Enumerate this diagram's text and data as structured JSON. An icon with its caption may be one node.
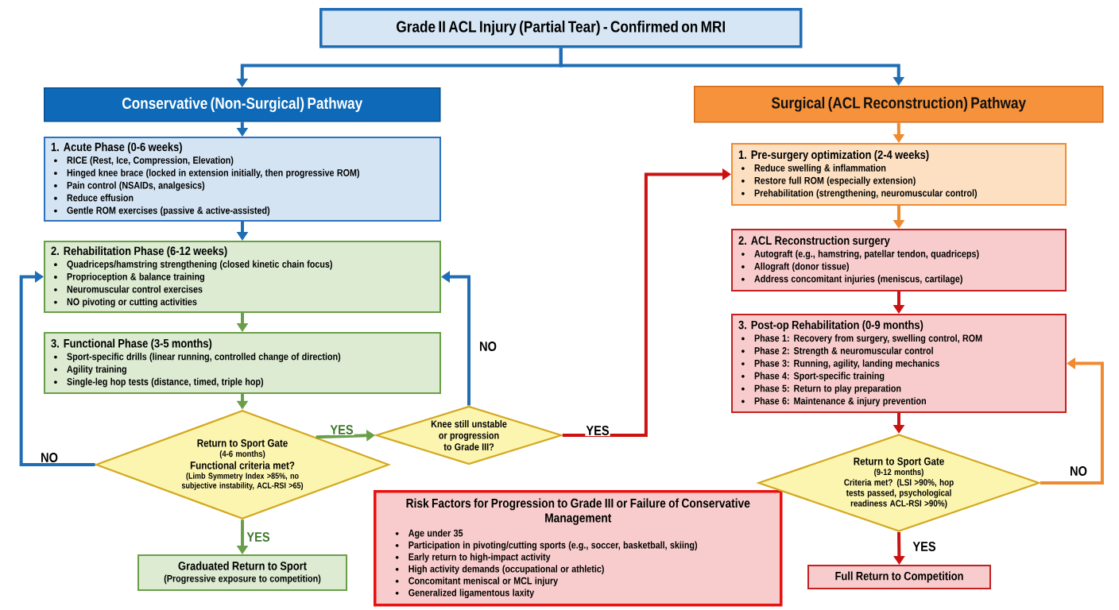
{
  "diagram": {
    "nodes": [
      {
        "text": [
          "Grade II ACL Injury (Partial Tear) - Confirmed on MRI"
        ]
      },
      {
        "text": [
          "Conservative (Non-Surgical) Pathway"
        ]
      },
      {
        "text": [
          "Surgical (ACL Reconstruction) Pathway"
        ]
      },
      {
        "text": [
          "1. Acute Phase (0-6 weeks)",
          "RICE (Rest, Ice, Compression, Elevation)",
          "Hinged knee brace (locked in extension initially, then progressive ROM)",
          "Pain control (NSAIDs, analgesics)",
          "Reduce effusion",
          "Gentle ROM exercises (passive & active-assisted)"
        ]
      },
      {
        "text": [
          "2. Rehabilitation Phase (6-12 weeks)",
          "Quadriceps/hamstring strengthening (closed kinetic chain focus)",
          "Proprioception & balance training",
          "Neuromuscular control exercises",
          "NO pivoting or cutting activities"
        ]
      },
      {
        "text": [
          "3. Functional Phase (3-5 months)",
          "Sport-specific drills (linear running, controlled change of direction)",
          "Agility training",
          "Single-leg hop tests (distance, timed, triple hop)"
        ]
      },
      {
        "text": [
          "Return to Sport Gate",
          "(4-6 months)",
          "Functional criteria met?",
          "(Limb Symmetry Index >85%, no subjective instability, ACL-RSI >65)"
        ]
      },
      {
        "text": [
          "Knee still unstable or progression to Grade III?"
        ]
      },
      {
        "text": [
          "Graduated Return to Sport",
          "(Progressive exposure to competition)"
        ]
      },
      {
        "text": [
          "Risk Factors for Progression to Grade III or Failure of Conservative Management",
          "Age under 35",
          "Participation in pivoting/cutting sports (e.g., soccer, basketball, skiing)",
          "Early return to high-impact activity",
          "High activity demands (occupational or athletic)",
          "Concomitant meniscal or MCL injury",
          "Generalized ligamentous laxity"
        ]
      },
      {
        "text": [
          "1. Pre-surgery optimization (2-4 weeks)",
          "Reduce swelling & inflammation",
          "Restore full ROM (especially extension)",
          "Prehabilitation (strengthening, neuromuscular control)"
        ]
      },
      {
        "text": [
          "2. ACL Reconstruction surgery",
          "Autograft (e.g., hamstring, patellar tendon, quadriceps)",
          "Allograft (donor tissue)",
          "Address concomitant injuries (meniscus, cartilage)"
        ]
      },
      {
        "text": [
          "3. Post-op Rehabilitation (0-9 months)",
          "Phase 1: Recovery from surgery, swelling control, ROM",
          "Phase 2: Strength & neuromuscular control",
          "Phase 3: Running, agility, landing mechanics",
          "Phase 4: Sport-specific training",
          "Phase 5: Return to play preparation",
          "Phase 6: Maintenance & injury prevention"
        ]
      },
      {
        "text": [
          "Return to Sport Gate",
          "(9-12 months)",
          "Criteria met? (LSI >90%, hop tests passed, psychological readiness ACL-RSI >90%)"
        ]
      },
      {
        "text": [
          "Full Return to Competition"
        ]
      }
    ],
    "edges": [
      {
        "from": 0,
        "to": 1,
        "arrow": "to"
      },
      {
        "from": 0,
        "to": 2,
        "arrow": "to"
      },
      {
        "from": 1,
        "to": 3,
        "arrow": "to"
      },
      {
        "from": 3,
        "to": 4,
        "arrow": "to"
      },
      {
        "from": 4,
        "to": 5,
        "arrow": "to",
        "color": "#6a9e48"
      },
      {
        "from": 5,
        "to": 6,
        "arrow": "to",
        "color": "#6a9e48"
      },
      {
        "from": 6,
        "to": 7,
        "arrow": "to",
        "label": "YES",
        "color": "#6a9e48"
      },
      {
        "from": 6,
        "to": 4,
        "arrow": "to",
        "label": "NO"
      },
      {
        "from": 7,
        "to": 4,
        "arrow": "to",
        "label": "NO"
      },
      {
        "from": 7,
        "to": 10,
        "arrow": "to",
        "label": "YES",
        "color": "#cc1111"
      },
      {
        "from": 6,
        "to": 8,
        "arrow": "to",
        "label": "YES",
        "color": "#6a9e48"
      },
      {
        "from": 2,
        "to": 10,
        "arrow": "to",
        "color": "#f08a30"
      },
      {
        "from": 10,
        "to": 11,
        "arrow": "to",
        "color": "#f08a30"
      },
      {
        "from": 11,
        "to": 12,
        "arrow": "to",
        "color": "#cc1111"
      },
      {
        "from": 12,
        "to": 13,
        "arrow": "to",
        "color": "#cc1111"
      },
      {
        "from": 13,
        "to": 14,
        "arrow": "to",
        "label": "YES",
        "color": "#cc1111"
      },
      {
        "from": 13,
        "to": 12,
        "arrow": "to",
        "label": "NO",
        "color": "#f08a30"
      }
    ]
  }
}
